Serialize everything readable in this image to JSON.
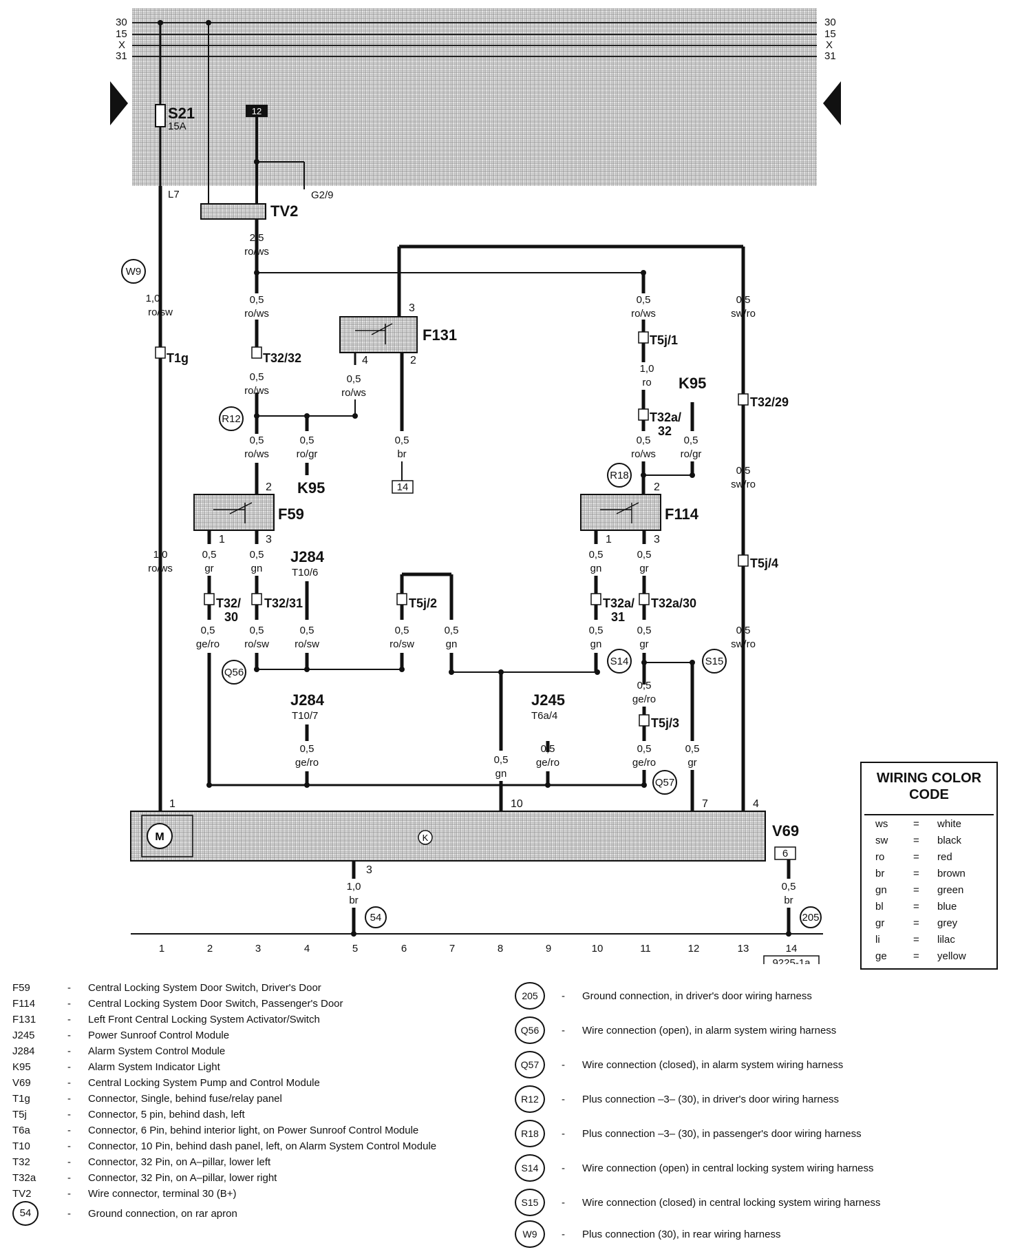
{
  "rails": {
    "left": [
      "30",
      "15",
      "X",
      "31"
    ],
    "right": [
      "30",
      "15",
      "X",
      "31"
    ]
  },
  "fuse": {
    "name": "S21",
    "rating": "15A",
    "pin_label": "L7"
  },
  "top_labels": {
    "junction12": "12",
    "g29": "G2/9",
    "tv2": "TV2"
  },
  "wires": [
    {
      "id": "w1",
      "size": "2,5",
      "color": "ro/ws"
    },
    {
      "id": "w2",
      "size": "1,0",
      "color": "ro/sw"
    },
    {
      "id": "w3",
      "size": "0,5",
      "color": "ro/ws"
    },
    {
      "id": "w4",
      "size": "0,5",
      "color": "ro/ws"
    },
    {
      "id": "w5",
      "size": "0,5",
      "color": "ro/ws"
    },
    {
      "id": "w6",
      "size": "0,5",
      "color": "ro/gr"
    },
    {
      "id": "w7",
      "size": "0,5",
      "color": "ro/ws"
    },
    {
      "id": "w8",
      "size": "0,5",
      "color": "br"
    },
    {
      "id": "w9",
      "size": "0,5",
      "color": "ro/ws"
    },
    {
      "id": "w10",
      "size": "1,0",
      "color": "ro"
    },
    {
      "id": "w11",
      "size": "0,5",
      "color": "ro/ws"
    },
    {
      "id": "w12",
      "size": "0,5",
      "color": "ro/gr"
    },
    {
      "id": "w13",
      "size": "0,5",
      "color": "sw/ro"
    },
    {
      "id": "w14",
      "size": "0,5",
      "color": "sw/ro"
    },
    {
      "id": "w15",
      "size": "1,0",
      "color": "ro/ws"
    },
    {
      "id": "w16",
      "size": "0,5",
      "color": "gr"
    },
    {
      "id": "w17",
      "size": "0,5",
      "color": "gn"
    },
    {
      "id": "w18",
      "size": "0,5",
      "color": "gn"
    },
    {
      "id": "w19",
      "size": "0,5",
      "color": "gr"
    },
    {
      "id": "w20",
      "size": "0,5",
      "color": "ge/ro"
    },
    {
      "id": "w21",
      "size": "0,5",
      "color": "ro/sw"
    },
    {
      "id": "w22",
      "size": "0,5",
      "color": "ro/sw"
    },
    {
      "id": "w23",
      "size": "0,5",
      "color": "ro/sw"
    },
    {
      "id": "w24",
      "size": "0,5",
      "color": "gn"
    },
    {
      "id": "w25",
      "size": "0,5",
      "color": "gn"
    },
    {
      "id": "w26",
      "size": "0,5",
      "color": "gr"
    },
    {
      "id": "w27",
      "size": "0,5",
      "color": "sw/ro"
    },
    {
      "id": "w28",
      "size": "0,5",
      "color": "ge/ro"
    },
    {
      "id": "w29",
      "size": "0,5",
      "color": "ge/ro"
    },
    {
      "id": "w30",
      "size": "0,5",
      "color": "gn"
    },
    {
      "id": "w31",
      "size": "0,5",
      "color": "ge/ro"
    },
    {
      "id": "w32",
      "size": "0,5",
      "color": "ge/ro"
    },
    {
      "id": "w33",
      "size": "0,5",
      "color": "gr"
    },
    {
      "id": "w34",
      "size": "1,0",
      "color": "br"
    },
    {
      "id": "w35",
      "size": "0,5",
      "color": "br"
    }
  ],
  "connectors": {
    "t1g": "T1g",
    "t32_32": "T32/32",
    "t5j1": "T5j/1",
    "t32a32": "T32a/",
    "t32a32b": "32",
    "t32_29": "T32/29",
    "t32_30a": "T32/",
    "t32_30b": "30",
    "t32_31": "T32/31",
    "t5j2": "T5j/2",
    "t32a31a": "T32a/",
    "t32a31b": "31",
    "t32a30": "T32a/30",
    "t5j4": "T5j/4",
    "t5j3": "T5j/3"
  },
  "components": {
    "f131": "F131",
    "f59": "F59",
    "f114": "F114",
    "k95_left": "K95",
    "k95_right": "K95",
    "j284_a": "J284",
    "j284_a_pin": "T10/6",
    "j284_b": "J284",
    "j284_b_pin": "T10/7",
    "j245": "J245",
    "j245_pin": "T6a/4",
    "v69": "V69",
    "k_symbol": "K",
    "motor": "M"
  },
  "pins": {
    "f131_3": "3",
    "f131_4": "4",
    "f131_2": "2",
    "f59_2": "2",
    "f59_1": "1",
    "f59_3": "3",
    "f114_2": "2",
    "f114_1": "1",
    "f114_3": "3",
    "v69_1": "1",
    "v69_10": "10",
    "v69_7": "7",
    "v69_4": "4",
    "v69_3": "3"
  },
  "boxed_refs": {
    "ref14": "14",
    "ref6": "6"
  },
  "circled_refs": {
    "w9": "W9",
    "r12": "R12",
    "r18": "R18",
    "q56": "Q56",
    "s14": "S14",
    "s15": "S15",
    "q57": "Q57",
    "g54": "54",
    "g205": "205"
  },
  "columns": [
    "1",
    "2",
    "3",
    "4",
    "5",
    "6",
    "7",
    "8",
    "9",
    "10",
    "11",
    "12",
    "13",
    "14"
  ],
  "figure_id": "9225-1a",
  "color_code": {
    "title_line1": "WIRING COLOR",
    "title_line2": "CODE",
    "rows": [
      {
        "abbr": "ws",
        "eq": "=",
        "name": "white"
      },
      {
        "abbr": "sw",
        "eq": "=",
        "name": "black"
      },
      {
        "abbr": "ro",
        "eq": "=",
        "name": "red"
      },
      {
        "abbr": "br",
        "eq": "=",
        "name": "brown"
      },
      {
        "abbr": "gn",
        "eq": "=",
        "name": "green"
      },
      {
        "abbr": "bl",
        "eq": "=",
        "name": "blue"
      },
      {
        "abbr": "gr",
        "eq": "=",
        "name": "grey"
      },
      {
        "abbr": "li",
        "eq": "=",
        "name": "lilac"
      },
      {
        "abbr": "ge",
        "eq": "=",
        "name": "yellow"
      }
    ]
  },
  "legend_left": [
    {
      "code": "F59",
      "dash": "-",
      "desc": "Central Locking System Door Switch, Driver's Door"
    },
    {
      "code": "F114",
      "dash": "-",
      "desc": "Central Locking System Door Switch, Passenger's Door"
    },
    {
      "code": "F131",
      "dash": "-",
      "desc": "Left Front Central Locking System Activator/Switch"
    },
    {
      "code": "J245",
      "dash": "-",
      "desc": "Power Sunroof Control Module"
    },
    {
      "code": "J284",
      "dash": "-",
      "desc": "Alarm System Control Module"
    },
    {
      "code": "K95",
      "dash": "-",
      "desc": "Alarm System Indicator Light"
    },
    {
      "code": "V69",
      "dash": "-",
      "desc": "Central Locking System Pump and Control Module"
    },
    {
      "code": "T1g",
      "dash": "-",
      "desc": "Connector, Single, behind fuse/relay panel"
    },
    {
      "code": "T5j",
      "dash": "-",
      "desc": "Connector, 5 pin, behind dash, left"
    },
    {
      "code": "T6a",
      "dash": "-",
      "desc": "Connector, 6 Pin, behind interior light, on Power Sunroof Control Module"
    },
    {
      "code": "T10",
      "dash": "-",
      "desc": "Connector, 10 Pin, behind dash panel, left, on Alarm System Control Module"
    },
    {
      "code": "T32",
      "dash": "-",
      "desc": "Connector, 32 Pin, on A–pillar, lower left"
    },
    {
      "code": "T32a",
      "dash": "-",
      "desc": "Connector, 32 Pin, on A–pillar, lower right"
    },
    {
      "code": "TV2",
      "dash": "-",
      "desc": "Wire connector, terminal 30 (B+)"
    },
    {
      "code": "54",
      "dash": "-",
      "desc": "Ground connection, on rar apron"
    }
  ],
  "legend_right": [
    {
      "code": "205",
      "dash": "-",
      "desc": "Ground connection, in driver's door wiring harness"
    },
    {
      "code": "Q56",
      "dash": "-",
      "desc": "Wire connection (open), in alarm system wiring harness"
    },
    {
      "code": "Q57",
      "dash": "-",
      "desc": "Wire connection (closed), in alarm system wiring harness"
    },
    {
      "code": "R12",
      "dash": "-",
      "desc": "Plus connection –3– (30), in driver's door wiring harness"
    },
    {
      "code": "R18",
      "dash": "-",
      "desc": "Plus connection –3– (30), in passenger's door wiring harness"
    },
    {
      "code": "S14",
      "dash": "-",
      "desc": "Wire connection (open) in central locking system wiring harness"
    },
    {
      "code": "S15",
      "dash": "-",
      "desc": "Wire connection (closed) in central locking system wiring harness"
    },
    {
      "code": "W9",
      "dash": "-",
      "desc": "Plus connection (30), in rear wiring harness"
    }
  ]
}
